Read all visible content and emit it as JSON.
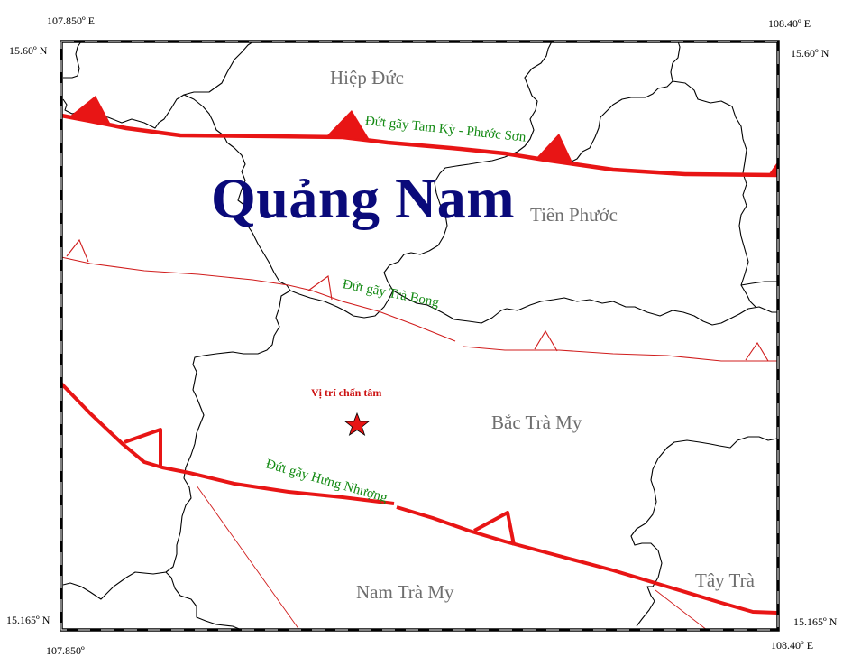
{
  "map": {
    "title": "Quảng Nam",
    "colors": {
      "fault_major": "#e81515",
      "fault_minor": "#d01c1c",
      "boundary": "#000000",
      "province_label": "#0a0a7a",
      "district_label": "#6e6e6e",
      "fault_label": "#138a13",
      "epicenter": "#e81515"
    },
    "coordinates": {
      "top_left_lon": "107.850º E",
      "top_left_lat": "15.60º N",
      "top_right_lon": "108.40º E",
      "top_right_lat": "15.60º N",
      "bottom_left_lat": "15.165º N",
      "bottom_left_lon": "107.850º",
      "bottom_right_lat": "15.165º N",
      "bottom_right_lon": "108.40º E"
    },
    "districts": {
      "hiep_duc": "Hiệp Đức",
      "tien_phuoc": "Tiên Phước",
      "bac_tra_my": "Bắc Trà My",
      "nam_tra_my": "Nam Trà My",
      "tay_tra": "Tây Trà"
    },
    "faults": {
      "tam_ky": "Đứt gãy Tam Kỳ  - Phước Sơn",
      "tra_bong": "Đứt gãy Trà Bong",
      "hung_nhuong": "Đứt gãy Hưng Nhượng"
    },
    "epicenter": {
      "label": "Vị trí chấn tâm",
      "icon": "star-icon"
    }
  }
}
